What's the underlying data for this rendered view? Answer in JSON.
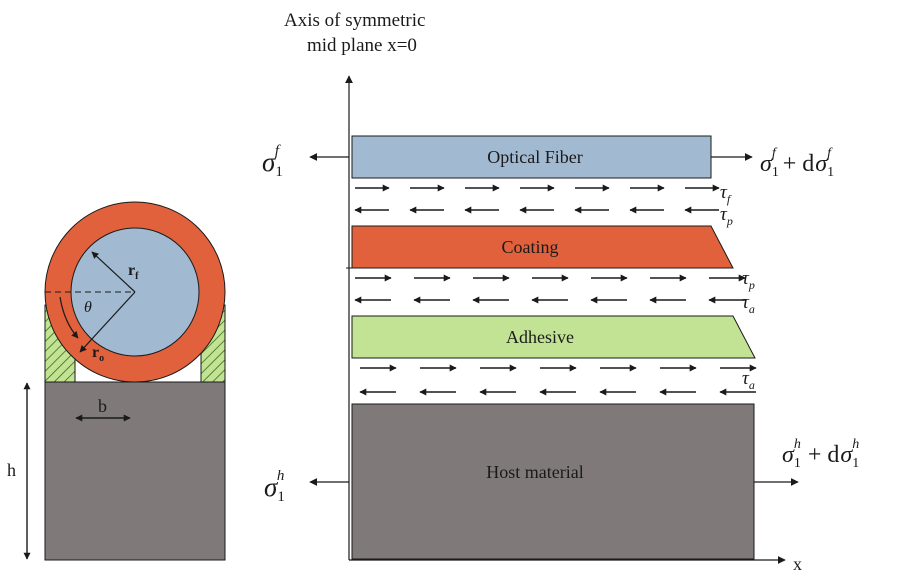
{
  "axis_title_line1": "Axis of symmetric",
  "axis_title_line2": "mid plane x=0",
  "x_axis_label": "x",
  "layers": {
    "fiber": "Optical Fiber",
    "coating": "Coating",
    "adhesive": "Adhesive",
    "host": "Host material"
  },
  "stresses": {
    "sigma": "σ",
    "sub": "1",
    "f": "f",
    "h": "h",
    "plus_d": "+ d"
  },
  "shear_labels": {
    "tau": "τ",
    "f": "f",
    "p": "p",
    "a": "a"
  },
  "cross_section": {
    "rf": "r",
    "rf_sub": "f",
    "ro": "r",
    "ro_sub": "o",
    "theta": "θ",
    "b": "b",
    "h": "h"
  },
  "colors": {
    "fiber": "#a2bad1",
    "coating": "#e0613b",
    "adhesive": "#c3e394",
    "host": "#7f7a79",
    "line": "#1a1a1a"
  }
}
